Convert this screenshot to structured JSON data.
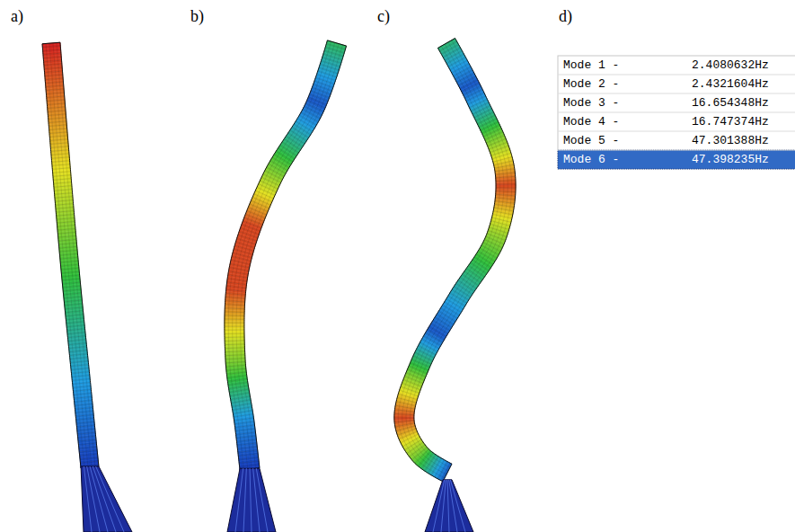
{
  "diagram": {
    "labels": [
      "a)",
      "b)",
      "c)",
      "d)",
      "Mode 1 -",
      "2.4080632Hz",
      "Mode 2 -",
      "2.4321604Hz",
      "Mode 3 -",
      "16.654348Hz",
      "Mode 4 -",
      "16.747374Hz",
      "Mode 5 -",
      "47.301388Hz",
      "Mode 6 -",
      "47.398235Hz"
    ]
  }
}
